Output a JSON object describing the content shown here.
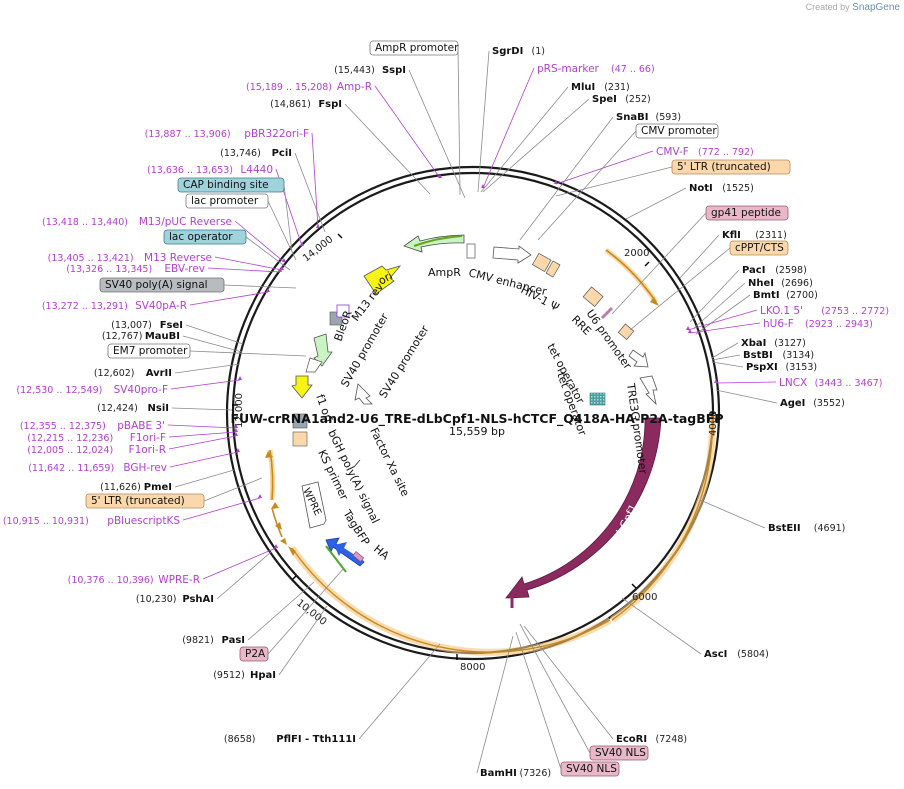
{
  "watermark": {
    "prefix": "Created by",
    "brand": "SnapGene"
  },
  "plasmid": {
    "name": "FUW-crRNA1and2-U6_TRE-dLbCpf1-NLS-hCTCF_Q418A-HA-P2A-tagBFP",
    "length_label": "15,559 bp",
    "length": 15559
  },
  "ruler": [
    "2000",
    "4000",
    "6000",
    "8000",
    "10,000",
    "12,000",
    "14,000"
  ],
  "enzymes": [
    {
      "name": "SgrDI",
      "pos": "(1)"
    },
    {
      "name": "MluI",
      "pos": "(231)"
    },
    {
      "name": "SpeI",
      "pos": "(252)"
    },
    {
      "name": "SnaBI",
      "pos": "(593)"
    },
    {
      "name": "NotI",
      "pos": "(1525)"
    },
    {
      "name": "KflI",
      "pos": "(2311)"
    },
    {
      "name": "PacI",
      "pos": "(2598)"
    },
    {
      "name": "NheI",
      "pos": "(2696)"
    },
    {
      "name": "BmtI",
      "pos": "(2700)"
    },
    {
      "name": "XbaI",
      "pos": "(3127)"
    },
    {
      "name": "BstBI",
      "pos": "(3134)"
    },
    {
      "name": "PspXI",
      "pos": "(3153)"
    },
    {
      "name": "AgeI",
      "pos": "(3552)"
    },
    {
      "name": "BstEII",
      "pos": "(4691)"
    },
    {
      "name": "AscI",
      "pos": "(5804)"
    },
    {
      "name": "EcoRI",
      "pos": "(7248)"
    },
    {
      "name": "BamHI",
      "pos": "(7326)"
    },
    {
      "name": "PflFI - Tth111I",
      "pos": "(8658)"
    },
    {
      "name": "HpaI",
      "pos": "(9512)"
    },
    {
      "name": "PasI",
      "pos": "(9821)"
    },
    {
      "name": "PshAI",
      "pos": "(10,230)"
    },
    {
      "name": "PmeI",
      "pos": "(11,626)"
    },
    {
      "name": "NsiI",
      "pos": "(12,424)"
    },
    {
      "name": "AvrII",
      "pos": "(12,602)"
    },
    {
      "name": "MauBI",
      "pos": "(12,767)"
    },
    {
      "name": "FseI",
      "pos": "(13,007)"
    },
    {
      "name": "PciI",
      "pos": "(13,746)"
    },
    {
      "name": "FspI",
      "pos": "(14,861)"
    },
    {
      "name": "SspI",
      "pos": "(15,443)"
    }
  ],
  "primers": [
    {
      "name": "pRS-marker",
      "pos": "(47 .. 66)"
    },
    {
      "name": "CMV-F",
      "pos": "(772 .. 792)"
    },
    {
      "name": "LKO.1 5'",
      "pos": "(2753 .. 2772)"
    },
    {
      "name": "hU6-F",
      "pos": "(2923 .. 2943)"
    },
    {
      "name": "LNCX",
      "pos": "(3443 .. 3467)"
    },
    {
      "name": "Amp-R",
      "pos": "(15,189 .. 15,208)"
    },
    {
      "name": "pBR322ori-F",
      "pos": "(13,887 .. 13,906)"
    },
    {
      "name": "L4440",
      "pos": "(13,636 .. 13,653)"
    },
    {
      "name": "M13/pUC Reverse",
      "pos": "(13,418 .. 13,440)"
    },
    {
      "name": "M13 Reverse",
      "pos": "(13,405 .. 13,421)"
    },
    {
      "name": "EBV-rev",
      "pos": "(13,326 .. 13,345)"
    },
    {
      "name": "SV40pA-R",
      "pos": "(13,272 .. 13,291)"
    },
    {
      "name": "SV40pro-F",
      "pos": "(12,530 .. 12,549)"
    },
    {
      "name": "pBABE 3'",
      "pos": "(12,355 .. 12,375)"
    },
    {
      "name": "F1ori-F",
      "pos": "(12,215 .. 12,236)"
    },
    {
      "name": "F1ori-R",
      "pos": "(12,005 .. 12,024)"
    },
    {
      "name": "BGH-rev",
      "pos": "(11,642 .. 11,659)"
    },
    {
      "name": "pBluescriptKS",
      "pos": "(10,915 .. 10,931)"
    },
    {
      "name": "WPRE-R",
      "pos": "(10,376 .. 10,396)"
    }
  ],
  "feature_boxes": [
    "AmpR promoter",
    "CMV promoter",
    "5' LTR (truncated)",
    "gp41 peptide",
    "cPPT/CTS",
    "CAP binding site",
    "lac promoter",
    "lac operator",
    "SV40 poly(A) signal",
    "EM7 promoter",
    "5' LTR (truncated)",
    "P2A",
    "SV40 NLS",
    "SV40 NLS"
  ],
  "inner_labels": [
    "AmpR",
    "ori",
    "CMV enhancer",
    "HIV-1 Ψ",
    "RRE",
    "U6 promoter",
    "tet operator",
    "tet operator",
    "TRE3G promoter",
    "LbCpf1",
    "M13 rev",
    "SV40 promoter",
    "SV40 promoter",
    "BleoR",
    "f1 ori",
    "bGH poly(A) signal",
    "KS primer",
    "Factor Xa site",
    "WPRE",
    "TagBFP",
    "HA"
  ],
  "colors": {
    "primer": "#b23fd0",
    "ring": "#1a1a1a",
    "cds": "#8b2a5e",
    "ltr": "#f6d8b6",
    "ltr_glow": "#f3c57a"
  }
}
